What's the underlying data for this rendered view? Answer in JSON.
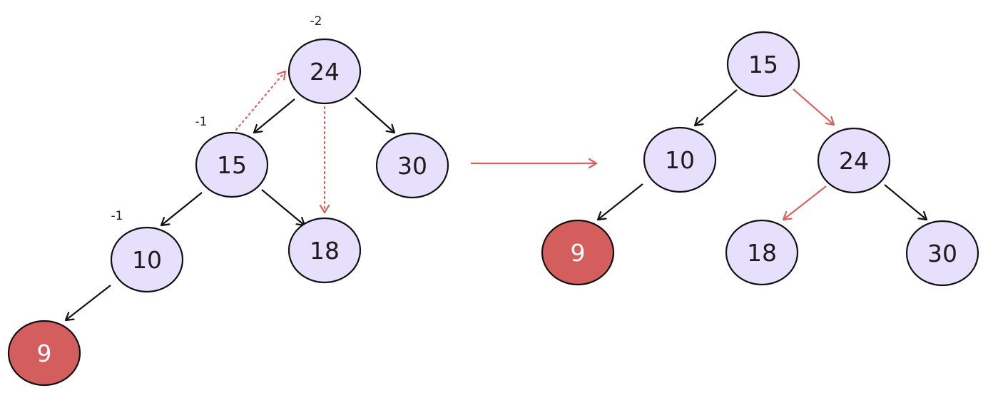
{
  "colors": {
    "node_fill": "#e6e0fd",
    "node_stroke": "#111111",
    "highlight_fill": "#d45d5d",
    "edge": "#111111",
    "rotation_accent": "#d9625e"
  },
  "before": {
    "nodes": {
      "n24": "24",
      "n15": "15",
      "n30": "30",
      "n10": "10",
      "n18": "18",
      "n9": "9"
    },
    "balance_factors": {
      "n24": "-2",
      "n15": "-1",
      "n10": "-1"
    }
  },
  "after": {
    "nodes": {
      "n15": "15",
      "n10": "10",
      "n24": "24",
      "n9": "9",
      "n18": "18",
      "n30": "30"
    }
  }
}
